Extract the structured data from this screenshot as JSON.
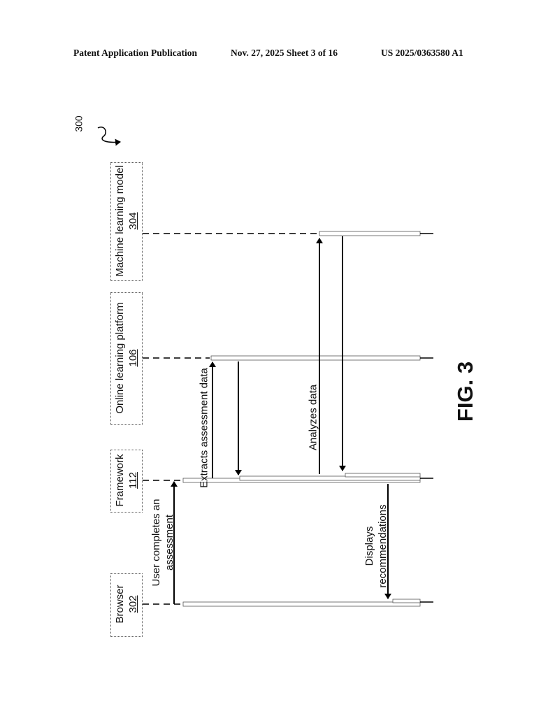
{
  "header": {
    "publication": "Patent Application Publication",
    "date_sheet": "Nov. 27, 2025  Sheet 3 of 16",
    "number": "US 2025/0363580 A1"
  },
  "figure": {
    "ref": "300",
    "label": "FIG. 3"
  },
  "participants": [
    {
      "name": "Machine learning model",
      "ref": "304"
    },
    {
      "name": "Online learning platform",
      "ref": "106"
    },
    {
      "name": "Framework",
      "ref": "112"
    },
    {
      "name": "Browser",
      "ref": "302"
    }
  ],
  "messages": [
    {
      "line1": "User completes an",
      "line2": "assessment"
    },
    {
      "line1": "Extracts assessment data"
    },
    {
      "line1": "Analyzes data"
    },
    {
      "line1": "Displays",
      "line2": "recommendations"
    }
  ]
}
